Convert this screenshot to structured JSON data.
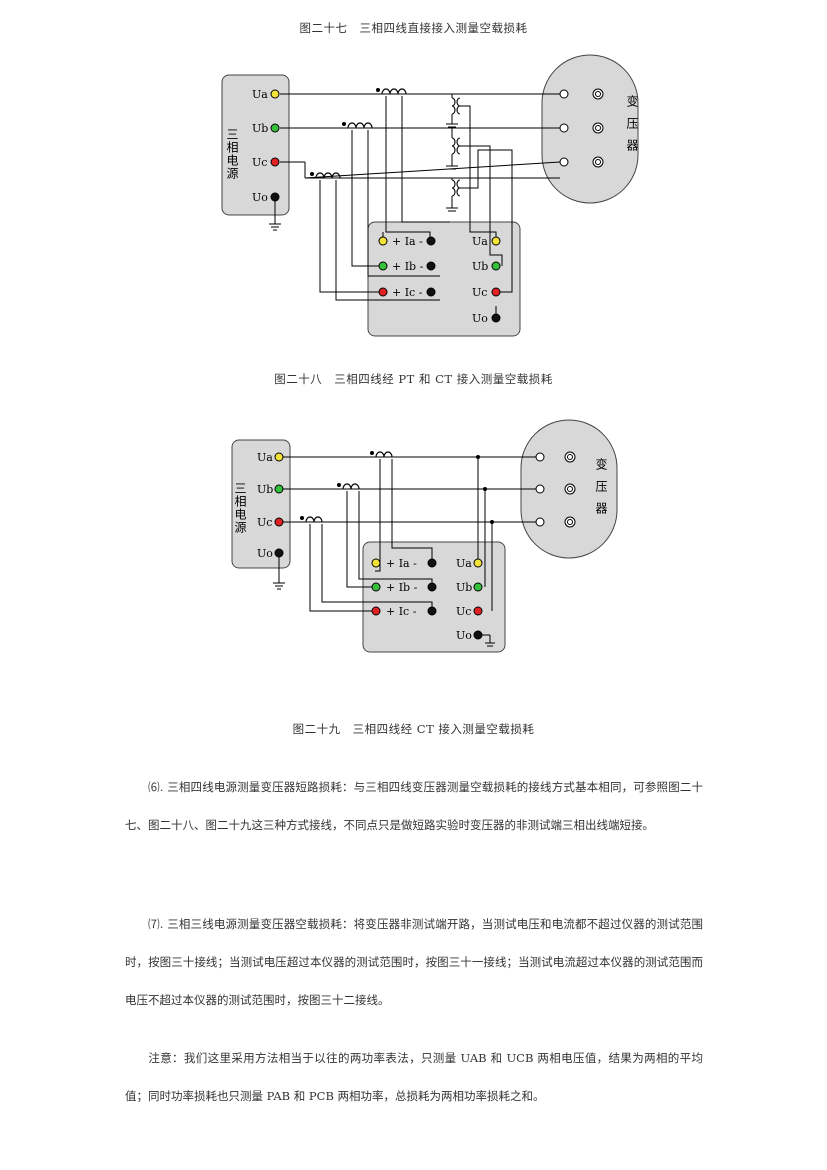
{
  "captions": {
    "fig27": "图二十七　三相四线直接接入测量空载损耗",
    "fig28": "图二十八　三相四线经 PT 和 CT 接入测量空载损耗",
    "fig29": "图二十九　三相四线经 CT 接入测量空载损耗"
  },
  "diagram": {
    "source_label": "三相电源",
    "transformer_label": "变压器",
    "phases": [
      "Ua",
      "Ub",
      "Uc",
      "Uo"
    ],
    "currents": [
      "+ Ia -",
      "+ Ib -",
      "+ Ic -"
    ],
    "colors": {
      "a": "#f2e23a",
      "b": "#35c13a",
      "c": "#e02222",
      "o": "#111111",
      "box": "#d8d8d8"
    }
  },
  "paragraphs": {
    "p6": "⑹. 三相四线电源测量变压器短路损耗：与三相四线变压器测量空载损耗的接线方式基本相同，可参照图二十七、图二十八、图二十九这三种方式接线，不同点只是做短路实验时变压器的非测试端三相出线端短接。",
    "p7": "⑺. 三相三线电源测量变压器空载损耗：将变压器非测试端开路，当测试电压和电流都不超过仪器的测试范围时，按图三十接线；当测试电压超过本仪器的测试范围时，按图三十一接线；当测试电流超过本仪器的测试范围而电压不超过本仪器的测试范围时，按图三十二接线。",
    "note": "注意：我们这里采用方法相当于以往的两功率表法，只测量 UAB 和 UCB 两相电压值，结果为两相的平均值；同时功率损耗也只测量 PAB 和 PCB 两相功率，总损耗为两相功率损耗之和。"
  }
}
